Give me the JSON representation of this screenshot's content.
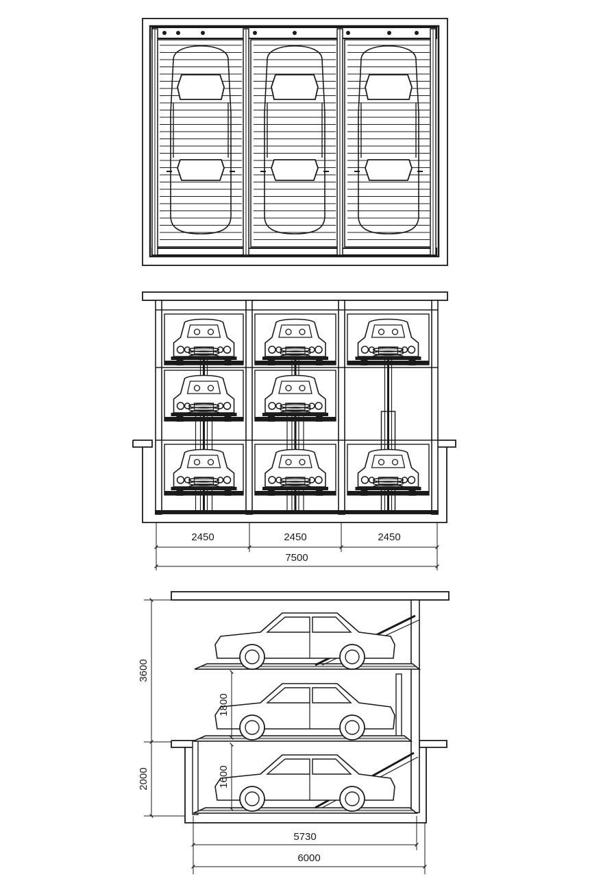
{
  "colors": {
    "line": "#1a1a1a",
    "background": "#ffffff",
    "platform_fill": "#e8e8e8"
  },
  "plan_view": {
    "bays": 3,
    "car_icon": "car-top-view-icon"
  },
  "front_elevation": {
    "levels": 3,
    "bays": 3,
    "empty_slot": {
      "level": "middle",
      "bay": "right"
    },
    "car_icon": "car-front-view-icon",
    "dimensions": {
      "bay_widths": [
        "2450",
        "2450",
        "2450"
      ],
      "total_width": "7500"
    }
  },
  "side_section": {
    "levels": 3,
    "car_icon": "car-side-view-icon",
    "dimensions": {
      "above_ground_height": "3600",
      "pit_depth": "2000",
      "upper_clearance": "1800",
      "pit_clearance": "1600",
      "platform_length": "5730",
      "total_length": "6000"
    }
  }
}
